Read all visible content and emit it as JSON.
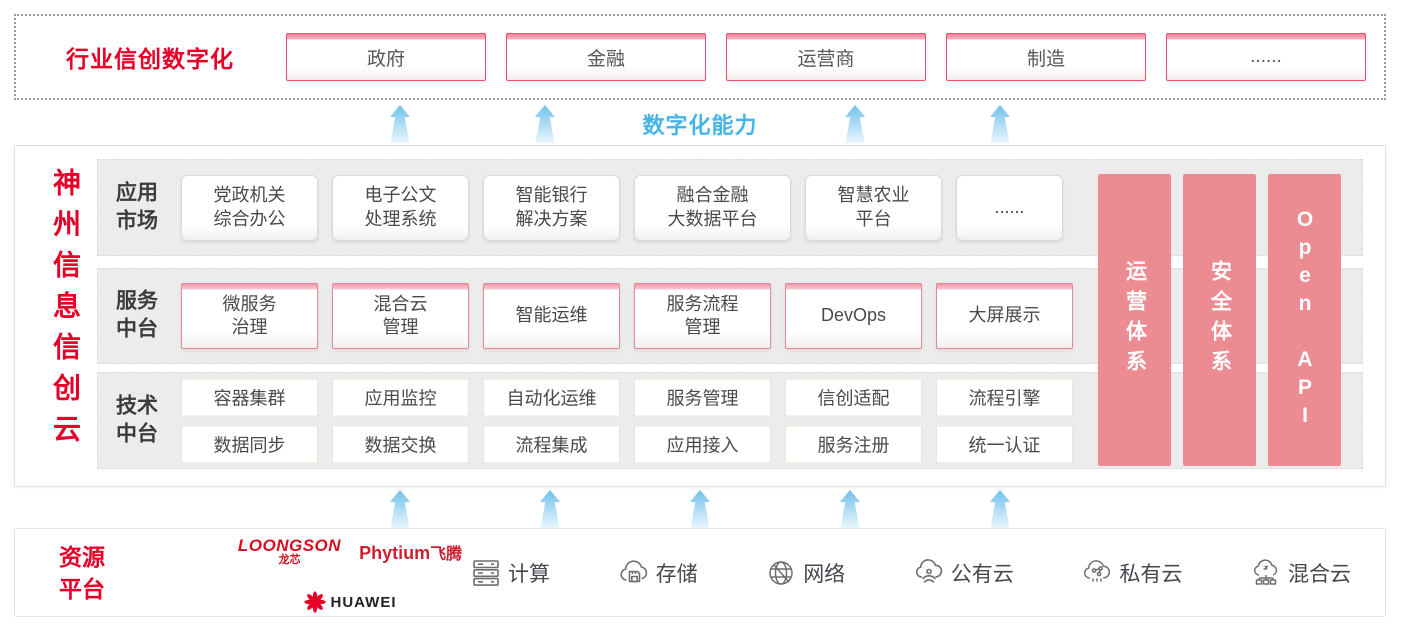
{
  "colors": {
    "accent_red": "#e60027",
    "pink_bar": "#ec8b92",
    "blue": "#45b5e7"
  },
  "top": {
    "title": "行业信创数字化",
    "industries": [
      "政府",
      "金融",
      "运营商",
      "制造",
      "......"
    ]
  },
  "capability": {
    "label": "数字化能力"
  },
  "platform": {
    "vertical_title": "神州信息信创云",
    "rows": [
      {
        "label": "应用\n市场",
        "items": [
          "党政机关\n综合办公",
          "电子公文\n处理系统",
          "智能银行\n解决方案",
          "融合金融\n大数据平台",
          "智慧农业\n平台",
          "......"
        ]
      },
      {
        "label": "服务\n中台",
        "items": [
          "微服务\n治理",
          "混合云\n管理",
          "智能运维",
          "服务流程\n管理",
          "DevOps",
          "大屏展示"
        ]
      },
      {
        "label": "技术\n中台",
        "items_top": [
          "容器集群",
          "应用监控",
          "自动化运维",
          "服务管理",
          "信创适配",
          "流程引擎"
        ],
        "items_bottom": [
          "数据同步",
          "数据交换",
          "流程集成",
          "应用接入",
          "服务注册",
          "统一认证"
        ]
      }
    ],
    "side_bars": [
      "运营体系",
      "安全体系",
      "Open API"
    ]
  },
  "resources": {
    "label": "资源\n平台",
    "vendors": {
      "loongson_en": "LOONGSON",
      "loongson_cn": "龙芯",
      "phytium_en": "Phytium",
      "phytium_cn": "飞腾",
      "huawei": "HUAWEI"
    },
    "items": [
      {
        "icon": "compute-icon",
        "label": "计算"
      },
      {
        "icon": "storage-icon",
        "label": "存储"
      },
      {
        "icon": "network-icon",
        "label": "网络"
      },
      {
        "icon": "public-cloud-icon",
        "label": "公有云"
      },
      {
        "icon": "private-cloud-icon",
        "label": "私有云"
      },
      {
        "icon": "hybrid-cloud-icon",
        "label": "混合云"
      }
    ]
  }
}
